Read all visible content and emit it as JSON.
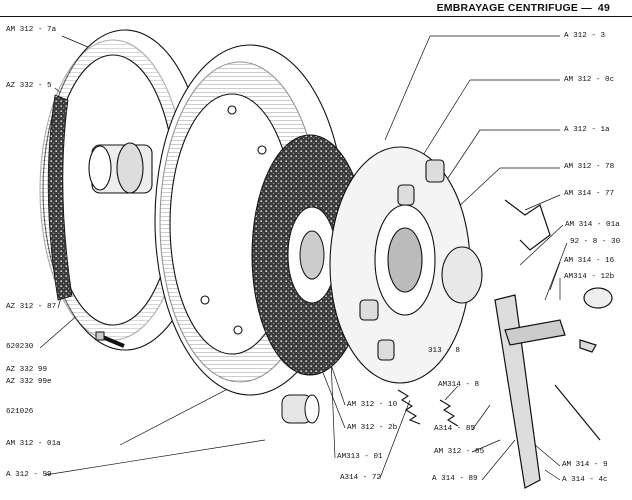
{
  "header": {
    "title": "EMBRAYAGE CENTRIFUGE —",
    "page_number": "49"
  },
  "labels": {
    "am312_7a": "AM 312 - 7a",
    "az332_5": "AZ 332 - 5",
    "az312_87": "AZ 312 - 87",
    "n620230": "620230",
    "az332_99": "AZ 332  99",
    "az332_99e": "AZ 332  99e",
    "n621026": "621026",
    "am312_01a": "AM 312 - 01a",
    "a312_99": "A  312 - 99",
    "a312_3": "A 312 - 3",
    "am312_0c": "AM 312 - 0c",
    "a312_1a": "A  312 - 1a",
    "am312_78": "AM 312 - 78",
    "am314_77": "AM 314 - 77",
    "am314_01a": "AM 314 - 01a",
    "n92_8_30": "92 - 8 - 30",
    "am314_16": "AM 314 - 16",
    "am314_12b": "AM314 - 12b",
    "n313_8": "313 - 8",
    "am314_8": "AM314 - 8",
    "am312_10": "AM 312 - 10",
    "am312_2b": "AM 312 - 2b",
    "a314_85": "A314 - 85",
    "am313_01": "AM313 - 01",
    "am312_85": "AM 312 - 85",
    "a314_72": "A314 - 72",
    "a314_89": "A  314 - 89",
    "am314_9": "AM 314 - 9",
    "a314_4c": "A   314 - 4c"
  }
}
